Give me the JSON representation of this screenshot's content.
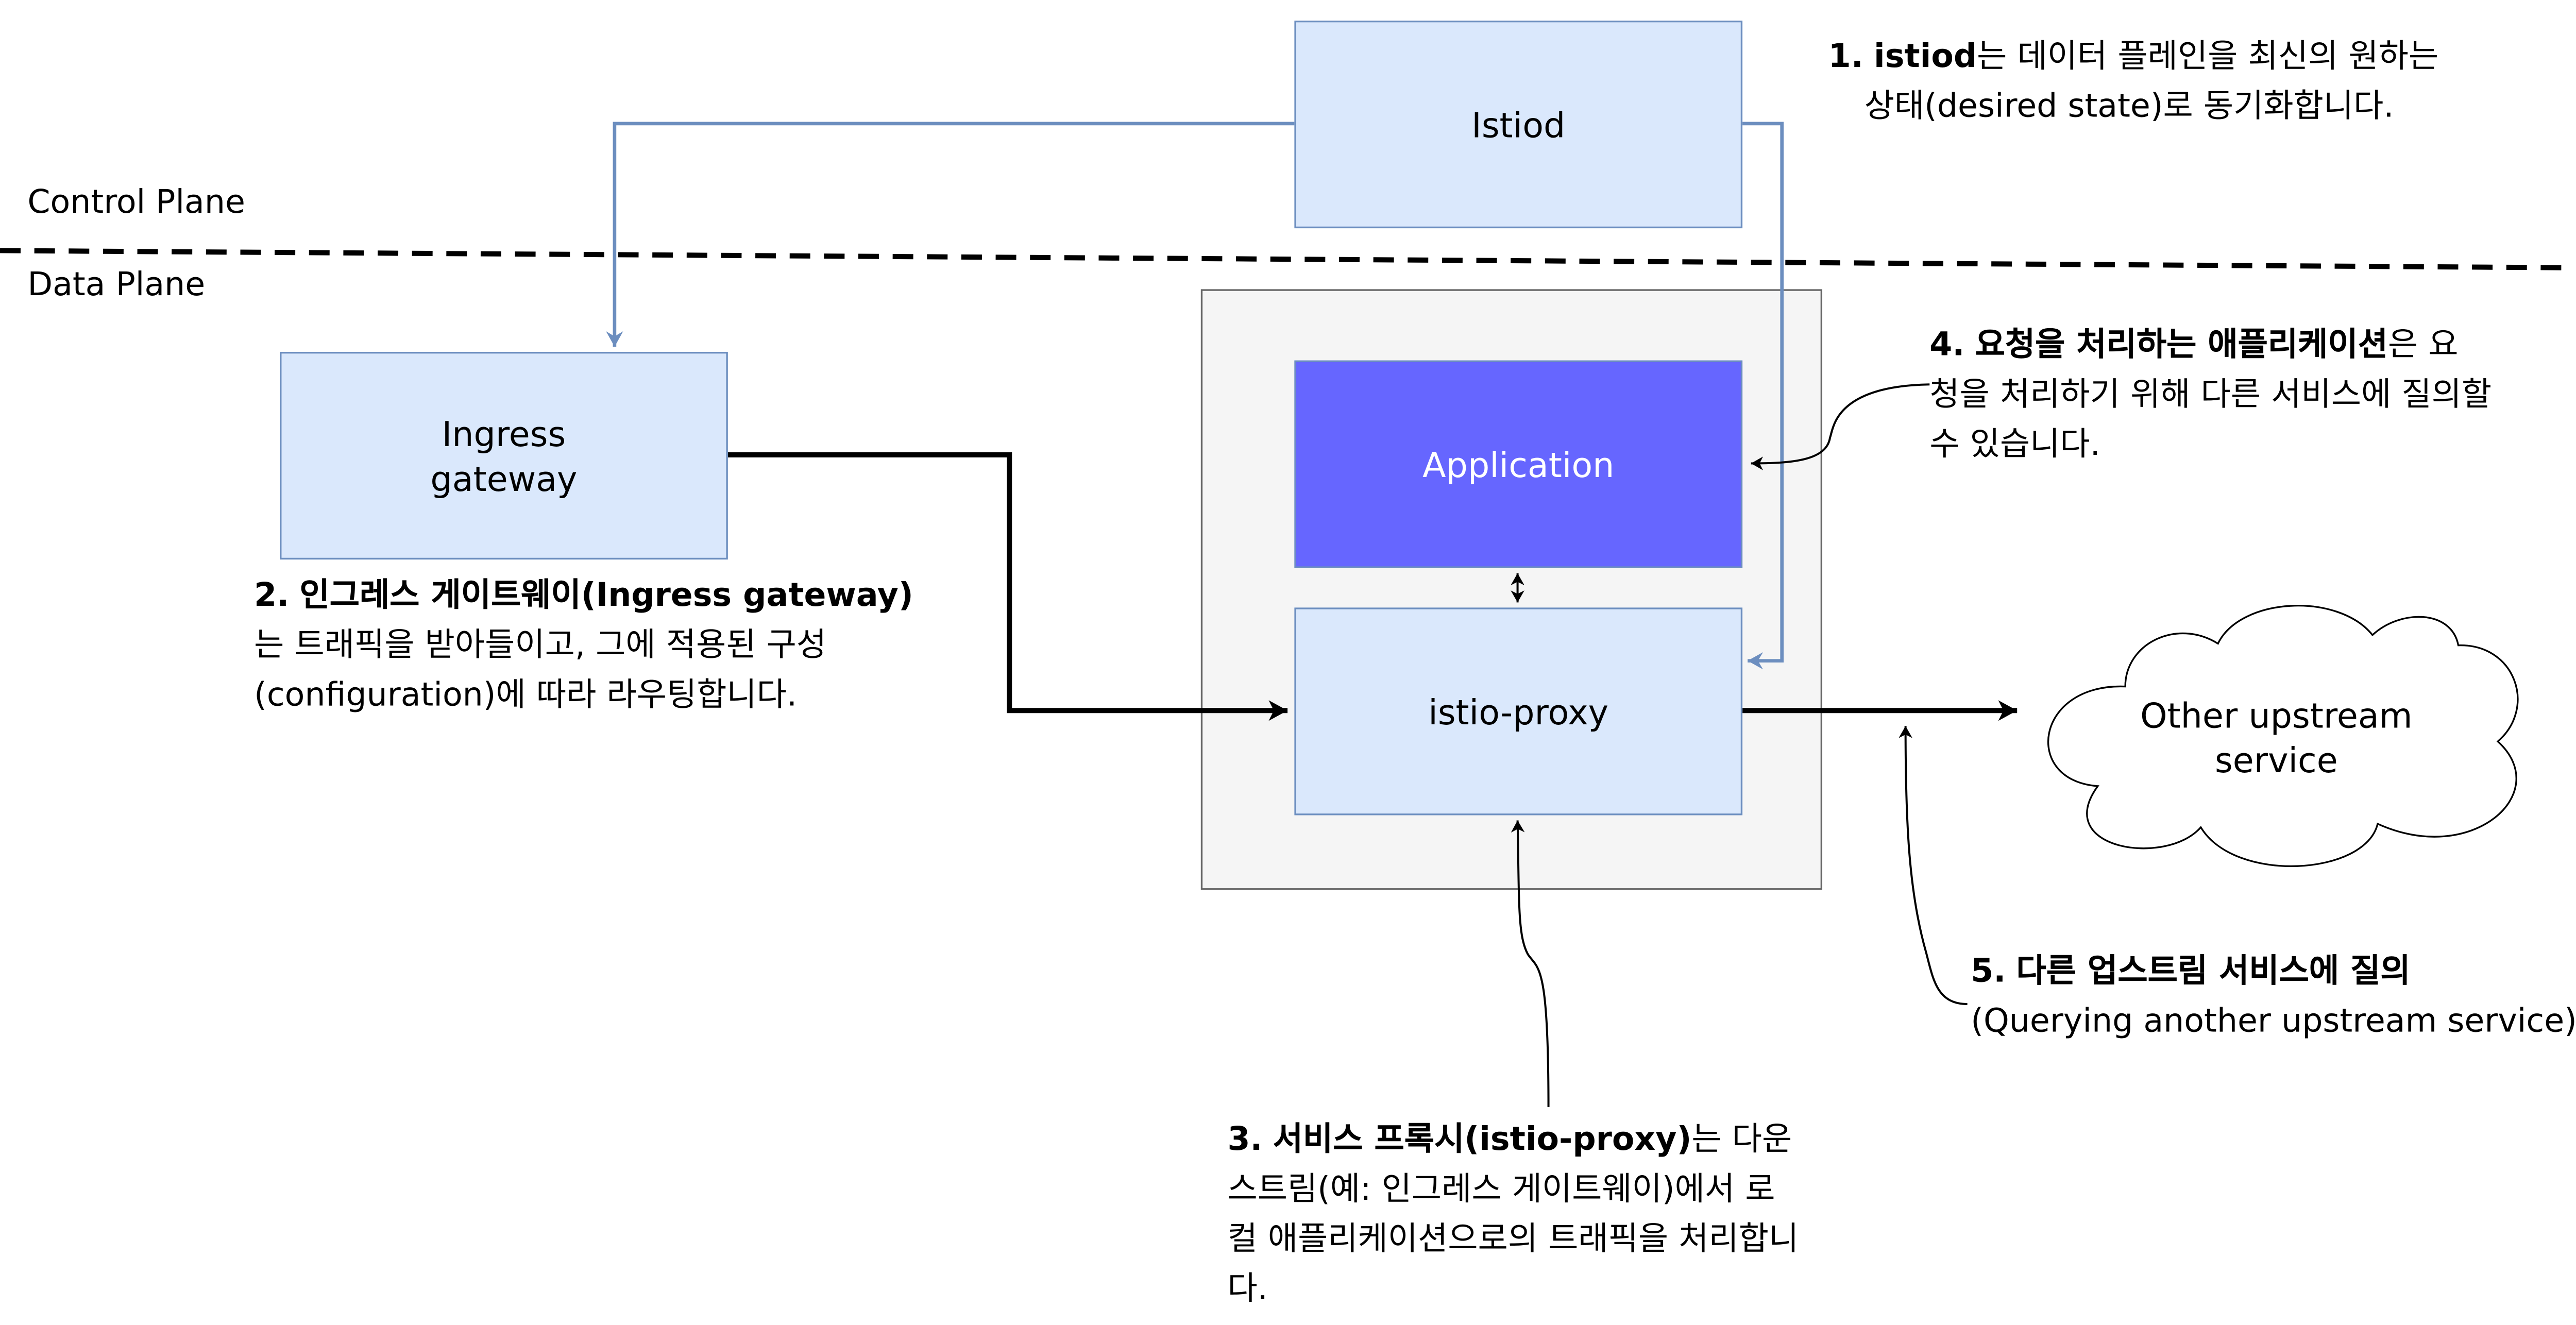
{
  "planes": {
    "control": "Control Plane",
    "data": "Data Plane"
  },
  "nodes": {
    "istiod": "Istiod",
    "ingress_line1": "Ingress",
    "ingress_line2": "gateway",
    "application": "Application",
    "proxy": "istio-proxy",
    "upstream_line1": "Other upstream",
    "upstream_line2": "service"
  },
  "notes": {
    "n1": {
      "number": "1.",
      "bold": "istiod",
      "text1": "는 데이터 플레인을 최신의 원하는",
      "text2": "상태(desired state)로 동기화합니다."
    },
    "n2": {
      "number": "2.",
      "bold": "인그레스 게이트웨이(Ingress gateway)",
      "text1": "는 트래픽을 받아들이고, 그에 적용된 구성",
      "text2": "(configuration)에 따라 라우팅합니다."
    },
    "n3": {
      "number": "3.",
      "bold": "서비스 프록시(istio-proxy)",
      "text1": "는 다운",
      "text2": "스트림(예: 인그레스 게이트웨이)에서 로",
      "text3": "컬 애플리케이션으로의 트래픽을 처리합니",
      "text4": "다."
    },
    "n4": {
      "number": "4.",
      "bold": "요청을 처리하는 애플리케이션",
      "text1": "은 요",
      "text2": "청을 처리하기 위해 다른 서비스에 질의할",
      "text3": "수 있습니다."
    },
    "n5": {
      "number": "5.",
      "bold": "다른 업스트림 서비스에 질의",
      "text1": "(Querying another upstream service)"
    }
  },
  "colors": {
    "light_fill": "#dae8fc",
    "light_stroke": "#6c8ebf",
    "app_fill": "#6666ff",
    "pod_fill": "#f5f5f5",
    "pod_stroke": "#666666"
  }
}
